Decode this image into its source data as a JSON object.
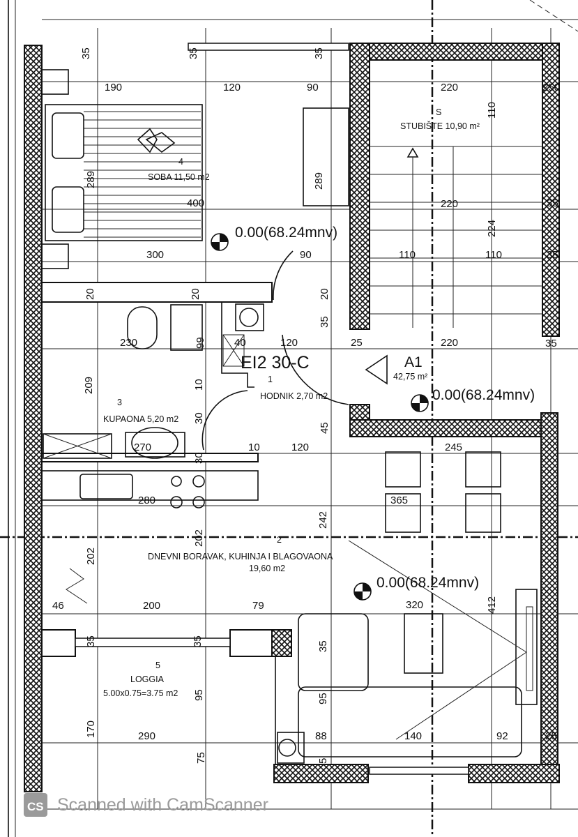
{
  "plan": {
    "rooms": {
      "soba": {
        "number": "4",
        "name": "SOBA 11,50 m2"
      },
      "stubiste": {
        "number": "S",
        "name": "STUBIŠTE 10,90 m²"
      },
      "hodnik": {
        "number": "1",
        "name": "HODNIK 2,70 m2"
      },
      "kupaona": {
        "number": "3",
        "name": "KUPAONA 5,20 m2"
      },
      "dnevni": {
        "number": "2",
        "name": "DNEVNI BORAVAK, KUHINJA I BLAGOVAONA",
        "area": "19,60 m2"
      },
      "loggia": {
        "number": "5",
        "name": "LOGGIA",
        "area": "5.00x0.75=3.75 m2"
      }
    },
    "apartment": {
      "id": "A1",
      "area": "42,75 m²"
    },
    "door_label": "EI2 30-C",
    "elevation": "0.00(68.24mnv)",
    "dimensions": [
      "35",
      "35",
      "35",
      "190",
      "120",
      "90",
      "220",
      "250",
      "110",
      "289",
      "400",
      "289",
      "220",
      "35",
      "300",
      "90",
      "110",
      "110",
      "224",
      "35",
      "20",
      "20",
      "20",
      "35",
      "230",
      "99",
      "40",
      "120",
      "25",
      "220",
      "35",
      "209",
      "10",
      "30",
      "45",
      "270",
      "30",
      "10",
      "120",
      "245",
      "365",
      "280",
      "242",
      "202",
      "202",
      "46",
      "200",
      "79",
      "320",
      "412",
      "35",
      "35",
      "35",
      "95",
      "95",
      "170",
      "290",
      "88",
      "140",
      "92",
      "25",
      "75",
      "5"
    ]
  },
  "watermark": {
    "logo": "CS",
    "text": "Scanned with CamScanner"
  }
}
